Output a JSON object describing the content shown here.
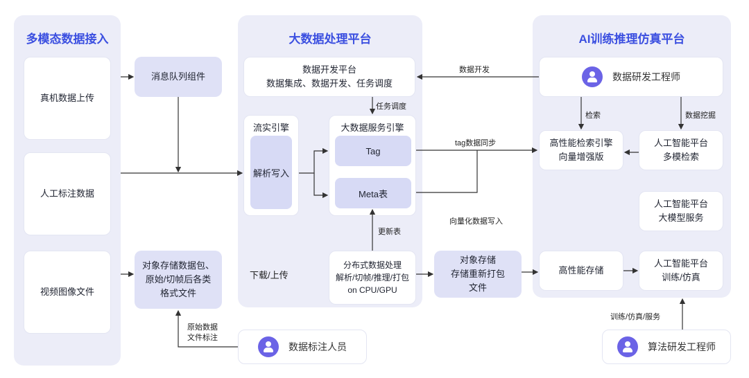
{
  "panels": {
    "left_title": "多模态数据接入",
    "middle_title": "大数据处理平台",
    "right_title": "AI训练推理仿真平台"
  },
  "left": {
    "item1": "真机数据上传",
    "item2": "人工标注数据",
    "item3": "视频图像文件"
  },
  "mid_left": {
    "queue": "消息队列组件",
    "storage_line1": "对象存储数据包、",
    "storage_line2": "原始/切帧后各类",
    "storage_line3": "格式文件"
  },
  "middle": {
    "dev_platform_line1": "数据开发平台",
    "dev_platform_line2": "数据集成、数据开发、任务调度",
    "stream_title": "流实引擎",
    "stream_inner": "解析写入",
    "bigdata_title": "大数据服务引擎",
    "tag": "Tag",
    "meta": "Meta表",
    "dist_line1": "分布式数据处理",
    "dist_line2": "解析/切帧/推理/打包",
    "dist_line3": "on CPU/GPU"
  },
  "object_storage": {
    "line1": "对象存储",
    "line2": "存储重新打包",
    "line3": "文件"
  },
  "right": {
    "engineer": "数据研发工程师",
    "search_line1": "高性能检索引擎",
    "search_line2": "向量增强版",
    "ai_multi_line1": "人工智能平台",
    "ai_multi_line2": "多模检索",
    "ai_llm_line1": "人工智能平台",
    "ai_llm_line2": "大模型服务",
    "hp_storage": "高性能存储",
    "ai_train_line1": "人工智能平台",
    "ai_train_line2": "训练/仿真"
  },
  "people": {
    "annotator": "数据标注人员",
    "algo_engineer": "算法研发工程师"
  },
  "labels": {
    "task_schedule": "任务调度",
    "data_dev": "数据开发",
    "tag_sync": "tag数据同步",
    "vector_write": "向量化数据写入",
    "update_table": "更新表",
    "download_upload": "下载/上传",
    "raw_line1": "原始数据",
    "raw_line2": "文件标注",
    "search": "检索",
    "data_mining": "数据挖掘",
    "train_sim_serve": "训练/仿真/服务"
  },
  "icons": [
    "user-icon"
  ],
  "colors": {
    "accent": "#3b4fe0",
    "panel_bg": "#ecedf8",
    "lavender": "#dfe1f6",
    "avatar": "#6b63e6"
  }
}
